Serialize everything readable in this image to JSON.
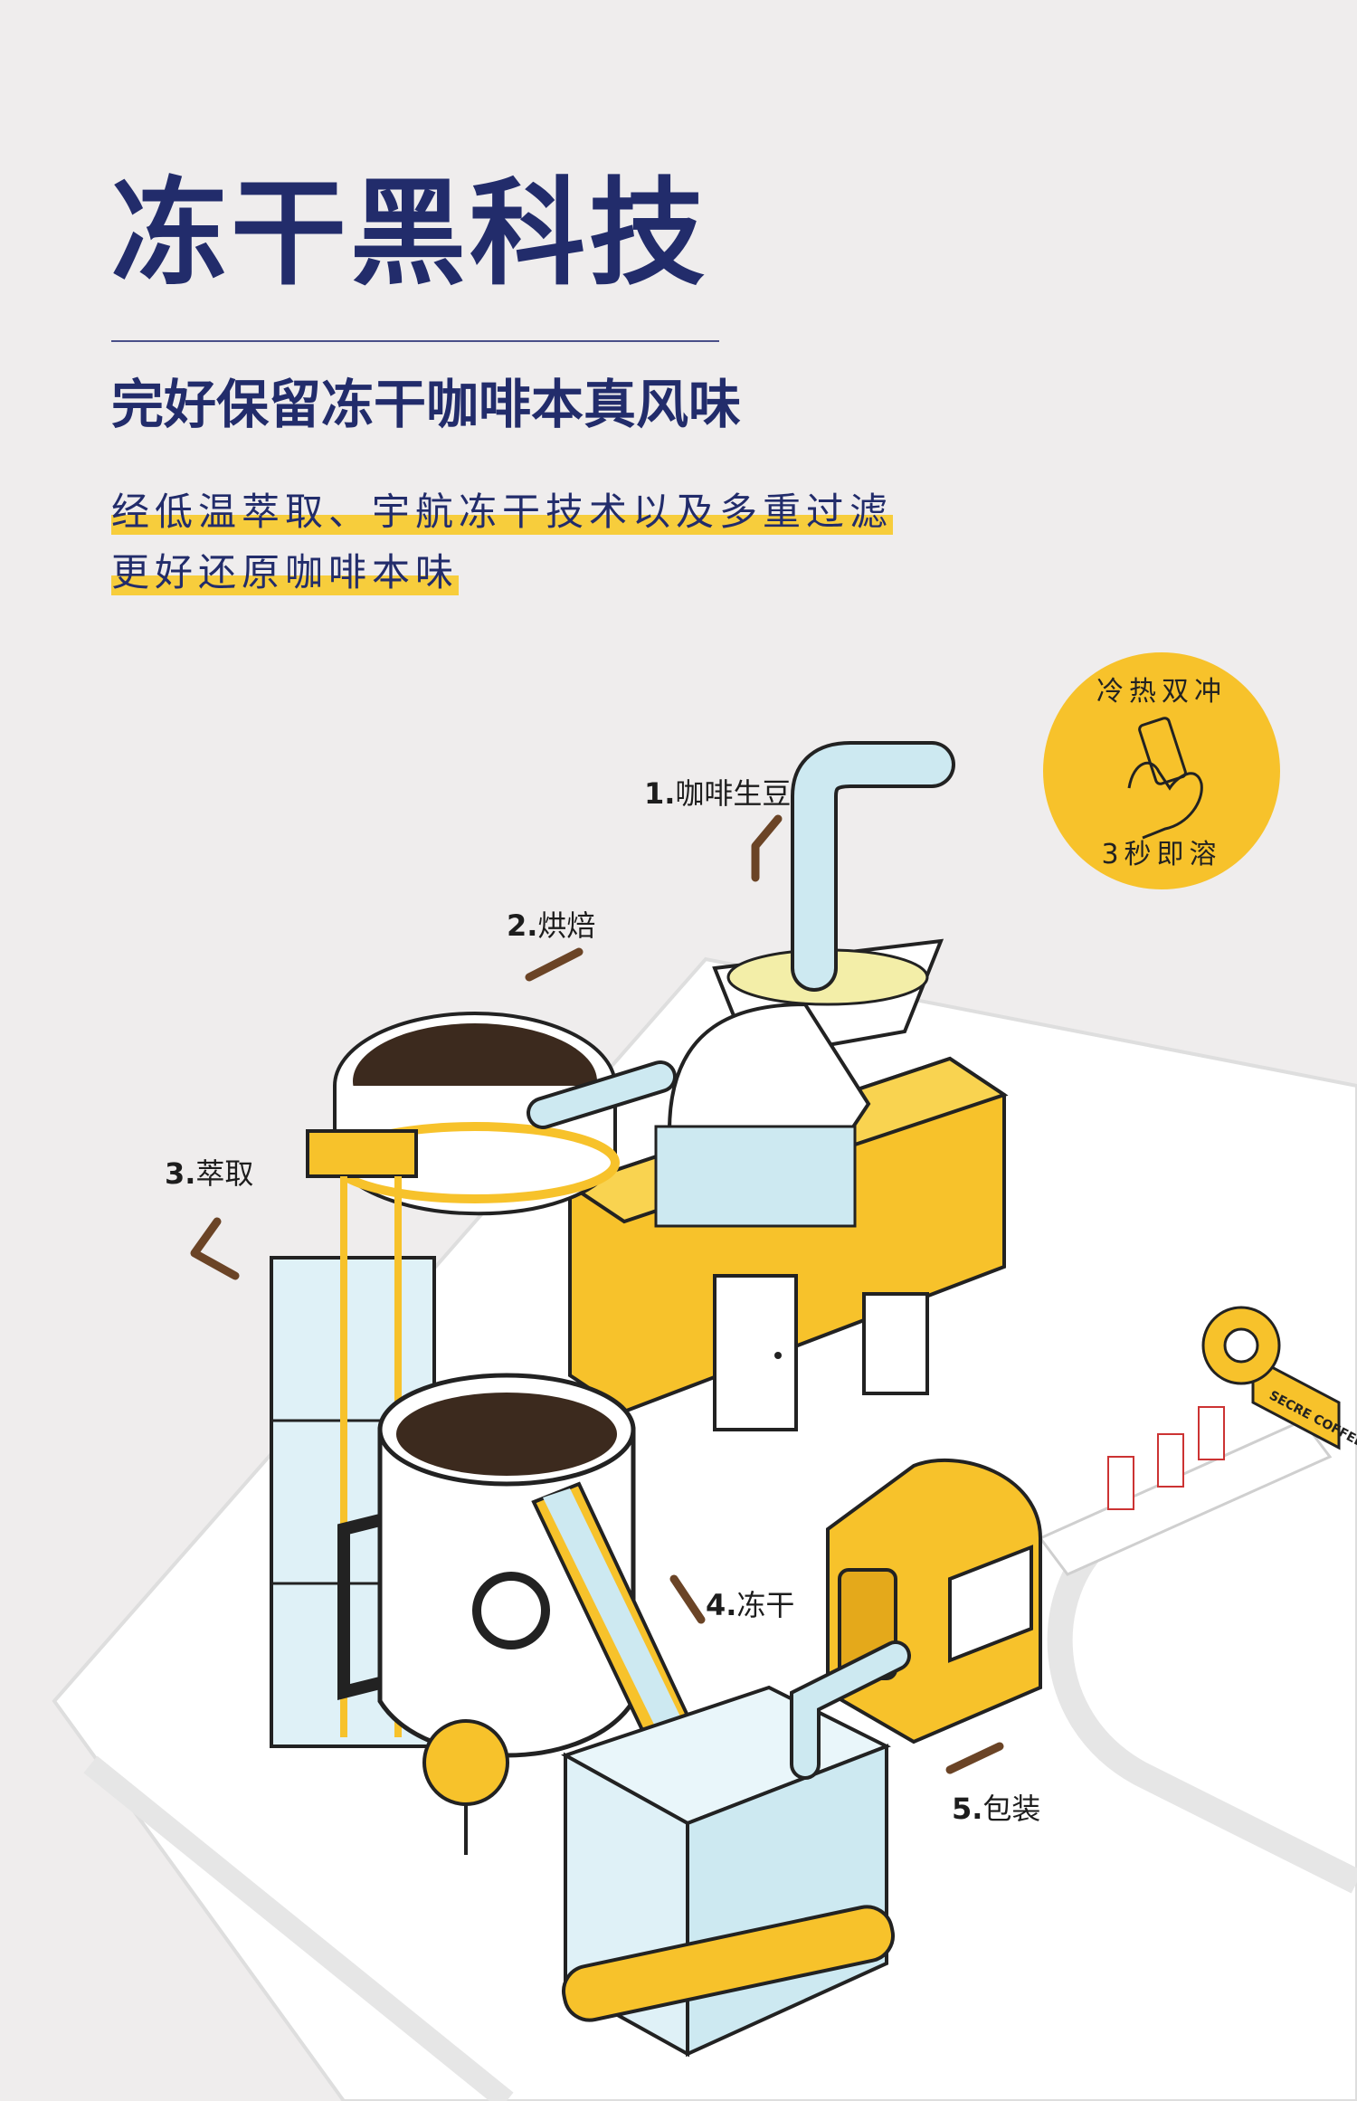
{
  "header": {
    "title": "冻干黑科技",
    "subtitle": "完好保留冻干咖啡本真风味",
    "description_lines": [
      "经低温萃取、宇航冻干技术以及多重过滤",
      "更好还原咖啡本味"
    ]
  },
  "badge": {
    "top_text": "冷热双冲",
    "bottom_text": "3秒即溶",
    "icon": "hand-holding-sachet-icon"
  },
  "steps": [
    {
      "number": "1.",
      "label": "咖啡生豆"
    },
    {
      "number": "2.",
      "label": "烘焙"
    },
    {
      "number": "3.",
      "label": "萃取"
    },
    {
      "number": "4.",
      "label": "冻干"
    },
    {
      "number": "5.",
      "label": "包装"
    }
  ],
  "sign": {
    "text": "SECRE COFFEE"
  },
  "colors": {
    "navy": "#222c6b",
    "yellow": "#f7c22b",
    "highlight": "#f7cd3c",
    "background": "#efeded",
    "pipe": "#cde9f1",
    "coffee": "#3c2a1e",
    "arrow": "#6b4426"
  }
}
